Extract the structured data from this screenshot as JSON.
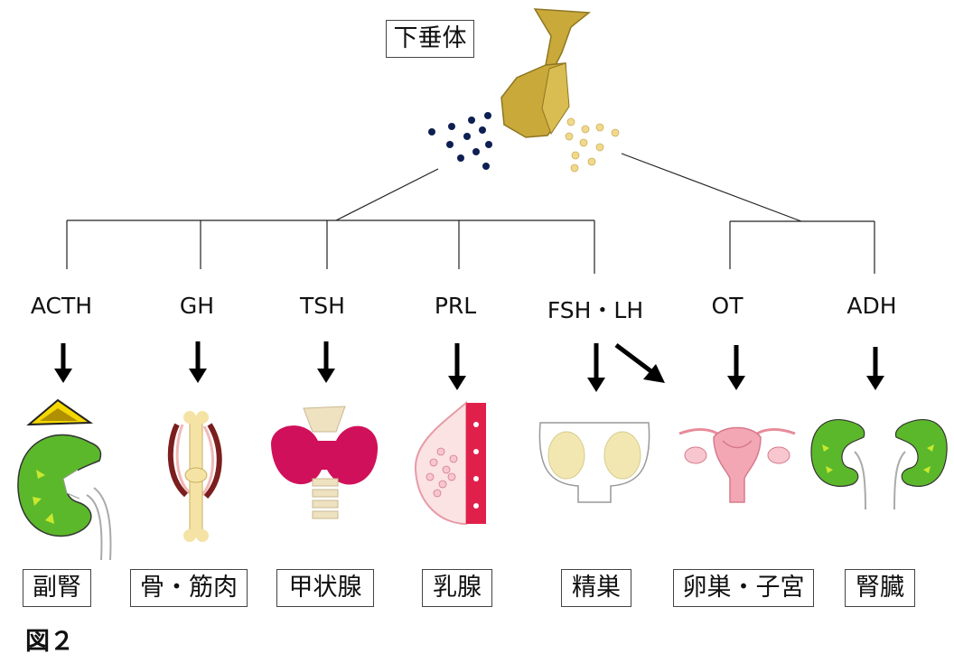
{
  "pituitary": {
    "label": "下垂体"
  },
  "hormones": [
    {
      "id": "acth",
      "label": "ACTH"
    },
    {
      "id": "gh",
      "label": "GH"
    },
    {
      "id": "tsh",
      "label": "TSH"
    },
    {
      "id": "prl",
      "label": "PRL"
    },
    {
      "id": "fsh-lh",
      "label": "FSH・LH"
    },
    {
      "id": "ot",
      "label": "OT"
    },
    {
      "id": "adh",
      "label": "ADH"
    }
  ],
  "targets": [
    {
      "id": "adrenal",
      "label": "副腎"
    },
    {
      "id": "bone-muscle",
      "label": "骨・筋肉"
    },
    {
      "id": "thyroid",
      "label": "甲状腺"
    },
    {
      "id": "mammary",
      "label": "乳腺"
    },
    {
      "id": "testis",
      "label": "精巣"
    },
    {
      "id": "ovary-uterus",
      "label": "卵巣・子宮"
    },
    {
      "id": "kidney",
      "label": "腎臓"
    }
  ],
  "figure_label": "図２",
  "colors": {
    "pituitary_body": "#c9a93a",
    "dark_granules": "#0e1f52",
    "light_granules": "#f2d98a",
    "kidney_green": "#5cb82b",
    "adrenal_yellow": "#f5d800",
    "thyroid_red": "#d0105a",
    "pink_organ": "#f3a7b5"
  }
}
